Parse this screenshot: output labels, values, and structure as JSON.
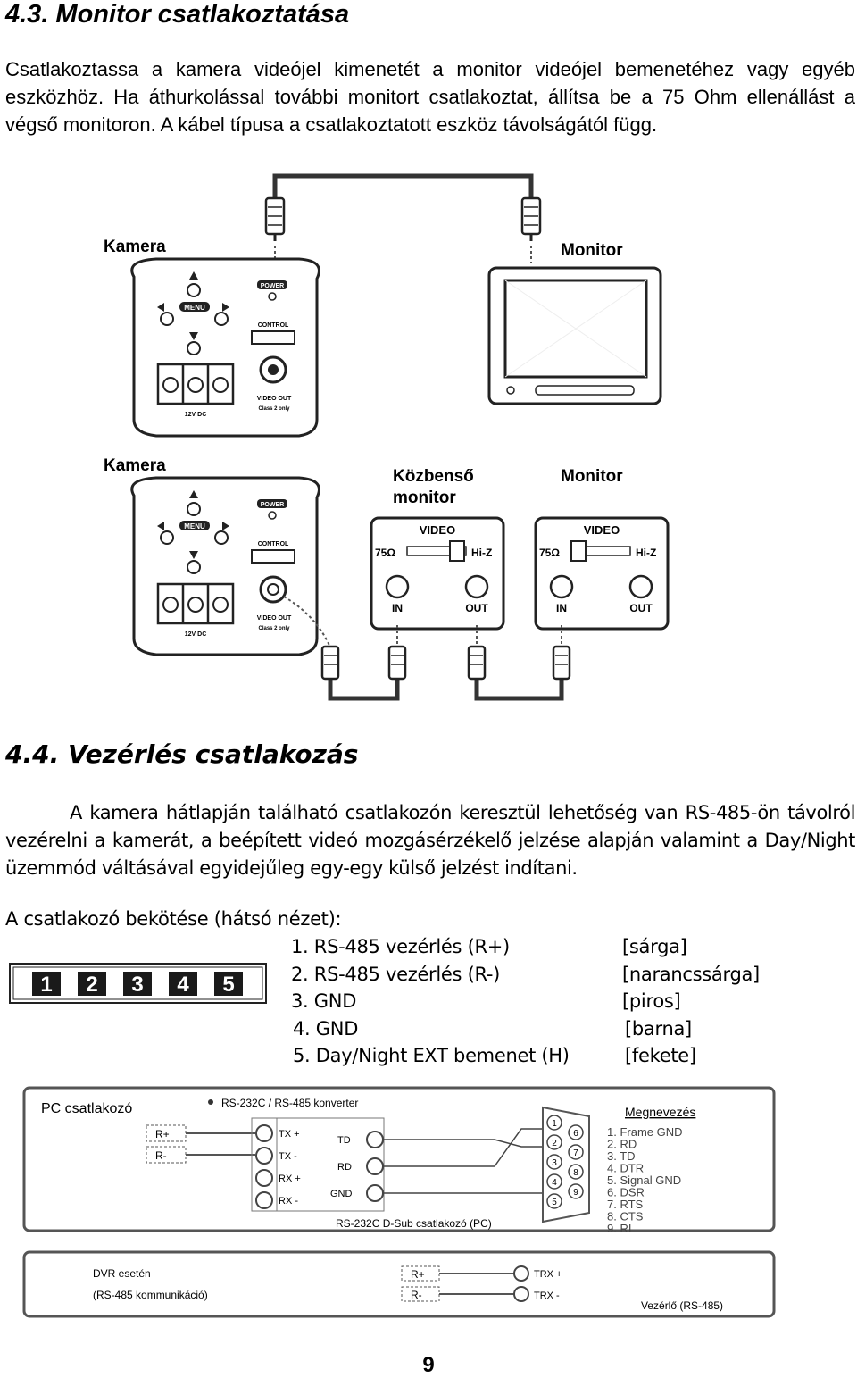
{
  "section1": {
    "title": "4.3. Monitor csatlakoztatása",
    "paragraph": "Csatlakoztassa a kamera videójel kimenetét a monitor videójel bemenetéhez vagy egyéb eszközhöz. Ha áthurkolással további monitort csatlakoztat, állítsa be a 75 Ohm ellenállást a végső monitoron. A kábel típusa a csatlakoztatott eszköz távolságától függ."
  },
  "diagram1": {
    "camera_label": "Kamera",
    "monitor_label": "Monitor",
    "menu": "MENU",
    "power": "POWER",
    "control": "CONTROL",
    "video_out": "VIDEO OUT",
    "class2": "Class 2 only",
    "dc": "12V DC"
  },
  "diagram2": {
    "camera_label": "Kamera",
    "middle_monitor_line1": "Közbenső",
    "middle_monitor_line2": "monitor",
    "monitor_label": "Monitor",
    "video": "VIDEO",
    "ohm": "75Ω",
    "hiz": "Hi-Z",
    "in": "IN",
    "out": "OUT"
  },
  "section2": {
    "title": "4.4. Vezérlés csatlakozás",
    "paragraph": "A kamera hátlapján található csatlakozón keresztül lehetőség van RS-485-ön távolról vezérelni a kamerát, a beépített videó mozgásérzékelő jelzése alapján valamint a Day/Night üzemmód váltásával egyidejűleg egy-egy külső jelzést indítani.",
    "subheading": "A csatlakozó bekötése (hátsó nézet):",
    "connector_numbers": [
      "1",
      "2",
      "3",
      "4",
      "5"
    ],
    "pins": [
      {
        "label": "1. RS-485 vezérlés (R+)",
        "color": "[sárga]"
      },
      {
        "label": "2. RS-485 vezérlés (R-)",
        "color": "[narancssárga]"
      },
      {
        "label": "3. GND",
        "color": "[piros]"
      },
      {
        "label": "4. GND",
        "color": "[barna]"
      },
      {
        "label": "5. Day/Night EXT bemenet (H)",
        "color": "[fekete]"
      }
    ]
  },
  "pc_diagram": {
    "title": "PC csatlakozó",
    "converter": "RS-232C / RS-485 konverter",
    "rplus": "R+",
    "rminus": "R-",
    "txp": "TX +",
    "txm": "TX -",
    "rxp": "RX +",
    "rxm": "RX -",
    "td": "TD",
    "rd": "RD",
    "gnd": "GND",
    "dsub_caption": "RS-232C D-Sub csatlakozó (PC)",
    "dsub_pins": [
      "1",
      "2",
      "3",
      "4",
      "5",
      "6",
      "7",
      "8",
      "9"
    ],
    "legend_title": "Megnevezés",
    "legend": [
      "1. Frame GND",
      "2. RD",
      "3. TD",
      "4. DTR",
      "5. Signal GND",
      "6. DSR",
      "7. RTS",
      "8. CTS",
      "9. RI"
    ]
  },
  "dvr_diagram": {
    "line1": "DVR esetén",
    "line2": "(RS-485 kommunikáció)",
    "rplus": "R+",
    "rminus": "R-",
    "trxp": "TRX +",
    "trxm": "TRX -",
    "controller": "Vezérlő (RS-485)"
  },
  "page_number": "9"
}
